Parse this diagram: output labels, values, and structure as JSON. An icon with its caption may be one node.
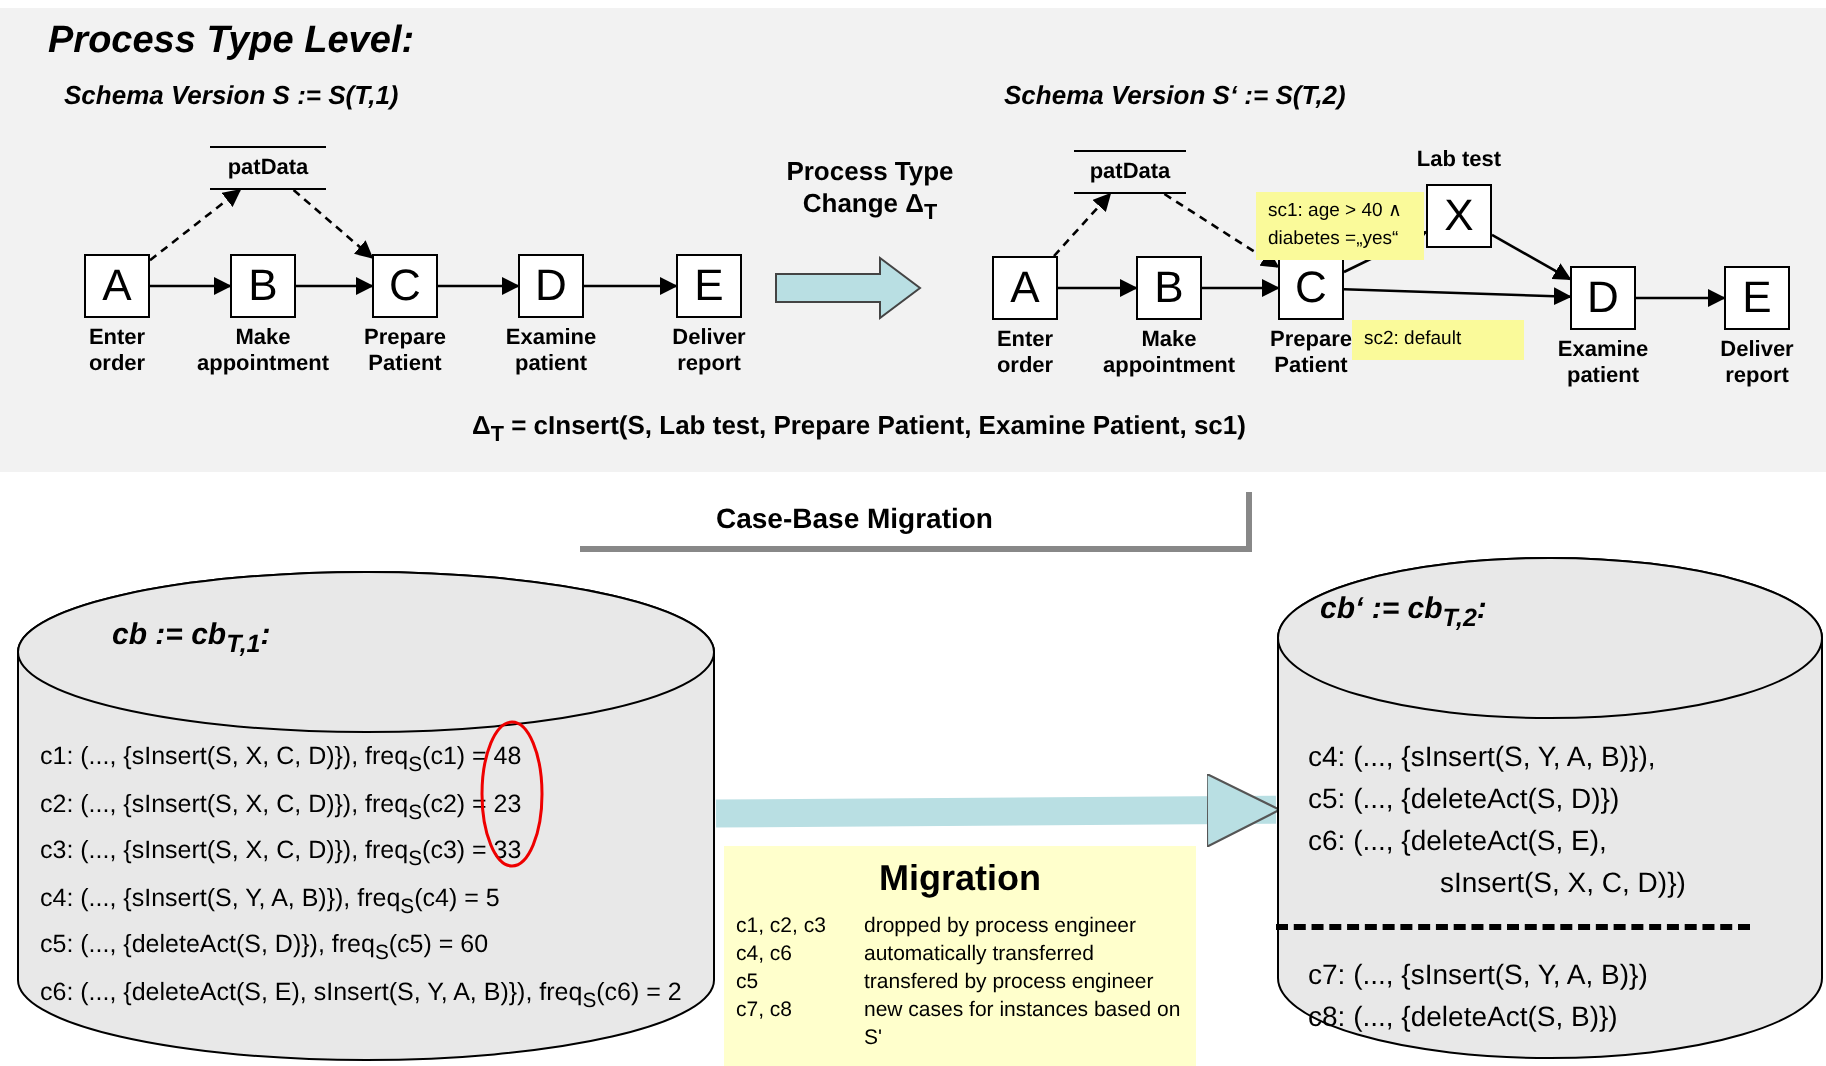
{
  "diagram": {
    "nodes": [
      {
        "text": [
          "Process Type Level:"
        ]
      },
      {
        "text": [
          "patData"
        ],
        "in": 0
      },
      {
        "text": [
          "A"
        ],
        "beside": [
          "Enter order"
        ],
        "in": 0
      },
      {
        "text": [
          "B"
        ],
        "beside": [
          "Make appointment"
        ],
        "in": 0
      },
      {
        "text": [
          "C"
        ],
        "beside": [
          "Prepare Patient"
        ],
        "in": 0
      },
      {
        "text": [
          "D"
        ],
        "beside": [
          "Examine patient"
        ],
        "in": 0
      },
      {
        "text": [
          "E"
        ],
        "beside": [
          "Deliver report"
        ],
        "in": 0
      },
      {
        "text": [
          "patData"
        ],
        "in": 0
      },
      {
        "text": [
          "A"
        ],
        "beside": [
          "Enter order"
        ],
        "in": 0
      },
      {
        "text": [
          "B"
        ],
        "beside": [
          "Make appointment"
        ],
        "in": 0
      },
      {
        "text": [
          "C"
        ],
        "beside": [
          "Prepare Patient"
        ],
        "in": 0
      },
      {
        "text": [
          "X"
        ],
        "beside": [
          "Lab test"
        ],
        "in": 0
      },
      {
        "text": [
          "D"
        ],
        "beside": [
          "Examine patient"
        ],
        "in": 0
      },
      {
        "text": [
          "E"
        ],
        "beside": [
          "Deliver report"
        ],
        "in": 0
      },
      {
        "text": [
          "Case-Base Migration"
        ]
      },
      {
        "text": [
          "cb := cb$_{T,1}$:",
          "c1: (..., {sInsert(S, X, C, D)}), freq$_{S}$(c1) = 48",
          "c2: (..., {sInsert(S, X, C, D)}), freq$_{S}$(c2) = 23",
          "c3: (..., {sInsert(S, X, C, D)}), freq$_{S}$(c3) = 33",
          "c4: (..., {sInsert(S, Y, A, B)}), freq$_{S}$(c4) = 5",
          "c5: (..., {deleteAct(S, D)}), freq$_{S}$(c5) = 60",
          "c6: (..., {deleteAct(S, E), sInsert(S, Y, A, B)}), freq$_{S}$(c6) = 2"
        ]
      },
      {
        "text": [
          "cb‘ := cb$_{T,2}$:",
          "c4: (..., {sInsert(S, Y, A, B)}),",
          "c5: (..., {deleteAct(S, D)})",
          "c6: (..., {deleteAct(S, E), sInsert(S, X, C, D)})",
          "c7: (..., {sInsert(S, Y, A, B)})",
          "c8: (..., {deleteAct(S, B)})"
        ]
      },
      {
        "text": [
          "Migration",
          "c1, c2, c3",
          "dropped by process engineer",
          "c4, c6",
          "automatically transferred",
          "c5",
          "transfered by process engineer",
          "c7, c8",
          "new cases for instances based on S'"
        ]
      }
    ],
    "edges": [
      {
        "from": 2,
        "to": 1,
        "arrow": "to",
        "style": "dashed"
      },
      {
        "from": 1,
        "to": 4,
        "arrow": "to",
        "style": "dashed"
      },
      {
        "from": 2,
        "to": 3,
        "arrow": "to"
      },
      {
        "from": 3,
        "to": 4,
        "arrow": "to"
      },
      {
        "from": 4,
        "to": 5,
        "arrow": "to"
      },
      {
        "from": 5,
        "to": 6,
        "arrow": "to"
      },
      {
        "from": 8,
        "to": 7,
        "arrow": "to",
        "style": "dashed"
      },
      {
        "from": 7,
        "to": 10,
        "arrow": "to",
        "style": "dashed"
      },
      {
        "from": 8,
        "to": 9,
        "arrow": "to"
      },
      {
        "from": 9,
        "to": 10,
        "arrow": "to"
      },
      {
        "from": 10,
        "to": 11,
        "arrow": "to",
        "label": "sc1: age > 40 ∧ diabetes =„yes“"
      },
      {
        "from": 10,
        "to": 12,
        "arrow": "to",
        "label": "sc2: default"
      },
      {
        "from": 11,
        "to": 12,
        "arrow": "to"
      },
      {
        "from": 12,
        "to": 13,
        "arrow": "to"
      },
      {
        "from": 15,
        "to": 16,
        "arrow": "to",
        "style": "thick",
        "color": "#b9dfe3"
      }
    ],
    "labels": [
      "Schema Version S := S(T,1)",
      "Process Type Change Δ$_{T}$",
      "Schema Version S‘ := S(T,2)",
      "Δ$_{T}$ = cInsert(S, Lab test, Prepare Patient, Examine Patient, sc1)"
    ]
  }
}
